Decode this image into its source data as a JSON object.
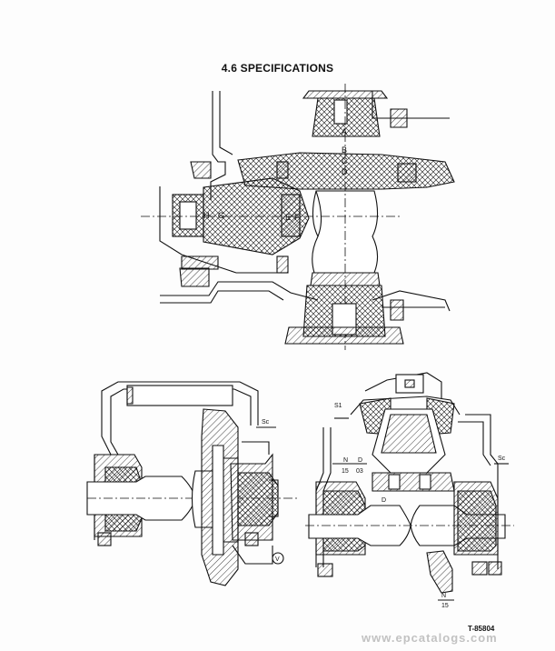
{
  "page": {
    "title": "4.6 SPECIFICATIONS",
    "figure_ref": "T-85804",
    "watermark": "www.epcatalogs.com"
  },
  "top_drawing": {
    "labels": [
      "A",
      "B",
      "C",
      "D",
      "E",
      "F",
      "G",
      "H"
    ]
  },
  "left_drawing": {
    "labels": [
      "Sc",
      "V"
    ]
  },
  "right_drawing": {
    "labels": [
      "S1",
      "N",
      "D",
      "15",
      "03",
      "D",
      "Sc",
      "N",
      "15"
    ]
  },
  "colors": {
    "ink": "#111111",
    "paper": "#fdfdfd",
    "watermark": "#c2c2c2"
  }
}
